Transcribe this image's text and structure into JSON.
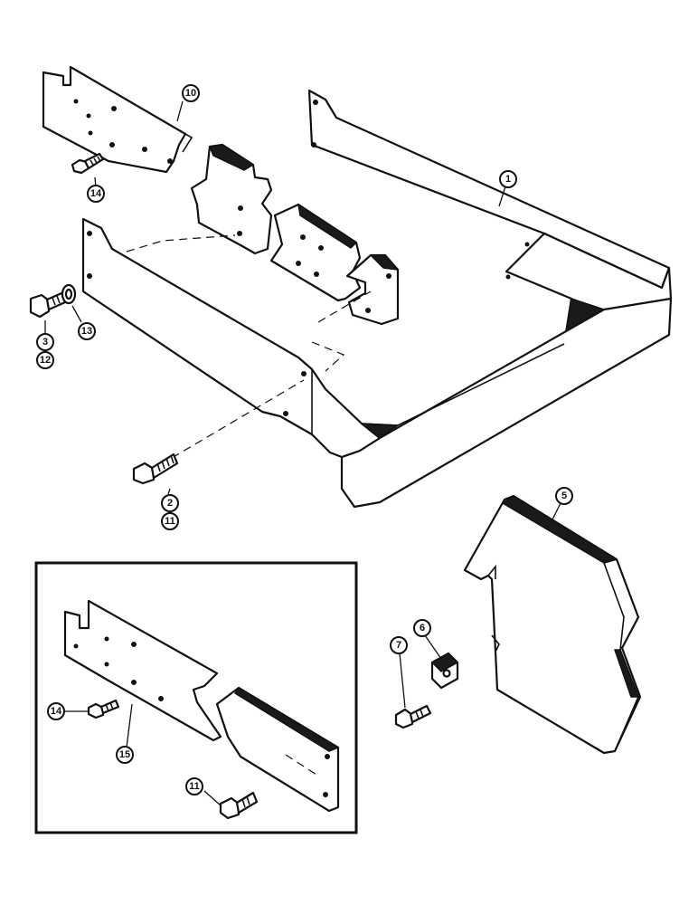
{
  "callouts": {
    "c1": "1",
    "c2": "2",
    "c3": "3",
    "c5": "5",
    "c6": "6",
    "c7": "7",
    "c10": "10",
    "c11a": "11",
    "c11b": "11",
    "c12": "12",
    "c13": "13",
    "c14a": "14",
    "c14b": "14",
    "c15": "15"
  },
  "colors": {
    "ink": "#111111",
    "paper": "#ffffff"
  }
}
